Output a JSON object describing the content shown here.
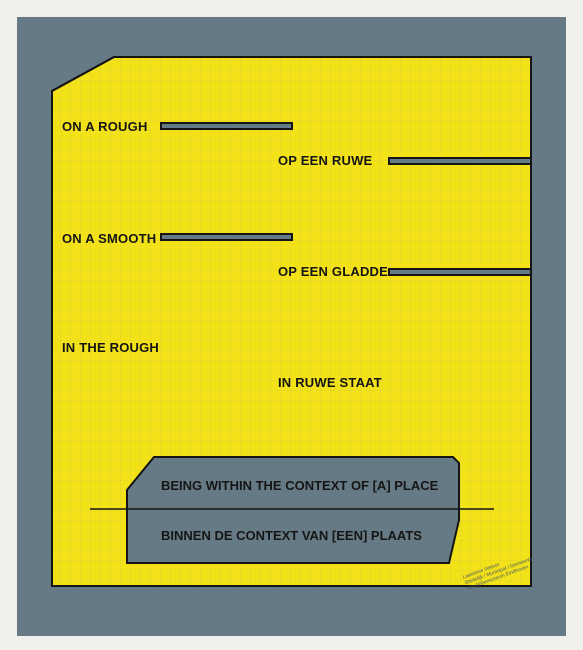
{
  "colors": {
    "background": "#f1f0ec",
    "frame": "#667a85",
    "panel": "#f4e219",
    "grid": "#c9c943",
    "ink": "#151515"
  },
  "phrases": {
    "on_a_rough": "ON A ROUGH",
    "op_een_ruwe": "OP EEN RUWE",
    "on_a_smooth": "ON A SMOOTH",
    "op_een_gladde": "OP EEN GLADDE",
    "in_the_rough": "IN THE ROUGH",
    "in_ruwe_staat": "IN RUWE STAAT"
  },
  "banner": {
    "top_line": "BEING WITHIN THE CONTEXT OF [A] PLACE",
    "bottom_line": "BINNEN DE CONTEXT VAN [EEN] PLAATS"
  },
  "credit": {
    "line1": "Lawrence Weiner",
    "line2": "Stedelijk / Municipal / Gemeente",
    "line3": "van Abbemuseum Eindhoven"
  }
}
